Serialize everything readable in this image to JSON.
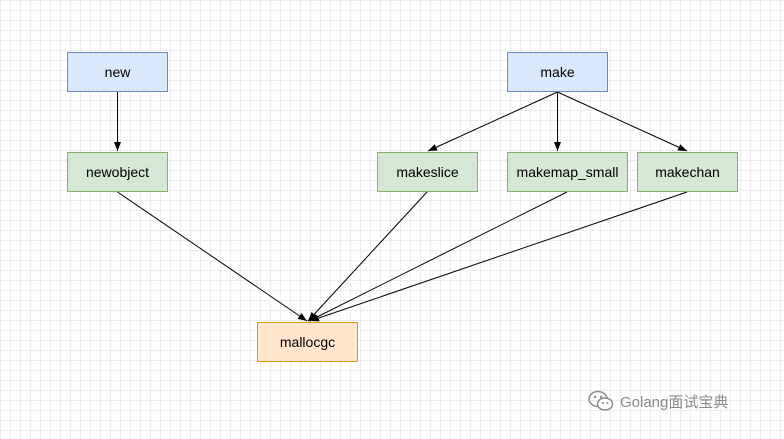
{
  "nodes": {
    "new": "new",
    "make": "make",
    "newobject": "newobject",
    "makeslice": "makeslice",
    "makemap_small": "makemap_small",
    "makechan": "makechan",
    "mallocgc": "mallocgc"
  },
  "edges": [
    {
      "from": "new",
      "to": "newobject"
    },
    {
      "from": "make",
      "to": "makeslice"
    },
    {
      "from": "make",
      "to": "makemap_small"
    },
    {
      "from": "make",
      "to": "makechan"
    },
    {
      "from": "newobject",
      "to": "mallocgc"
    },
    {
      "from": "makeslice",
      "to": "mallocgc"
    },
    {
      "from": "makemap_small",
      "to": "mallocgc"
    },
    {
      "from": "makechan",
      "to": "mallocgc"
    }
  ],
  "colors": {
    "entry_fill": "#dae8fc",
    "entry_border": "#6c8ebf",
    "func_fill": "#d5e8d4",
    "func_border": "#82b366",
    "target_fill": "#ffe6cc",
    "target_border": "#d79b00"
  },
  "watermark": {
    "text": "Golang面试宝典",
    "icon": "wechat-icon"
  }
}
